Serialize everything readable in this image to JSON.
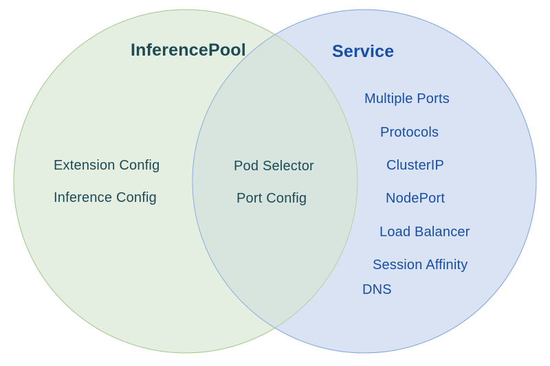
{
  "diagram": {
    "type": "venn",
    "left": {
      "title": "InferencePool",
      "items": [
        "Extension Config",
        "Inference Config"
      ]
    },
    "overlap": {
      "items": [
        "Pod Selector",
        "Port Config"
      ]
    },
    "right": {
      "title": "Service",
      "items": [
        "Multiple Ports",
        "Protocols",
        "ClusterIP",
        "NodePort",
        "Load Balancer",
        "Session Affinity",
        "DNS"
      ]
    },
    "colors": {
      "left_fill": "#e5efe1",
      "left_stroke": "#a8ca90",
      "right_fill": "#d9e3f4",
      "right_stroke": "#85a9db",
      "overlap_fill": "#d8e5df",
      "left_text": "#1c4a55",
      "right_text": "#174ea6",
      "background": "#ffffff"
    }
  }
}
